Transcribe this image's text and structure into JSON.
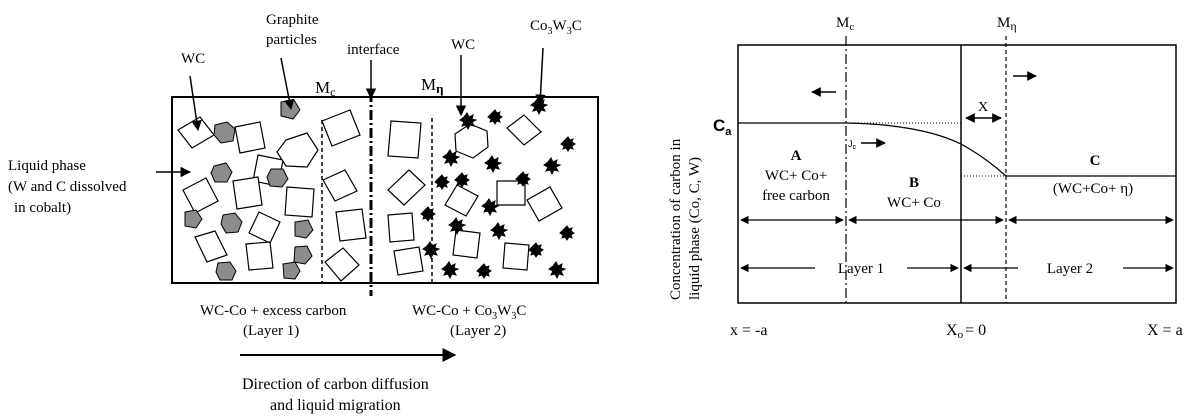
{
  "left_panel": {
    "labels": {
      "wc_left": "WC",
      "graphite_l1": "Graphite",
      "graphite_l2": "particles",
      "interface": "interface",
      "mc_main": "M",
      "mc_sub": "c",
      "meta_main": "M",
      "meta_sub": "η",
      "wc_right": "WC",
      "co3w3c_a": "Co",
      "co3w3c_b": "3",
      "co3w3c_c": "W",
      "co3w3c_d": "3",
      "co3w3c_e": "C",
      "liquid_l1": "Liquid phase",
      "liquid_l2": "(W and C dissolved",
      "liquid_l3": "in cobalt)"
    },
    "captions": {
      "layer1_line1": "WC-Co + excess carbon",
      "layer1_line2": "(Layer 1)",
      "layer2_a": "WC-Co + Co",
      "layer2_b": "3",
      "layer2_c": "W",
      "layer2_d": "3",
      "layer2_e": "C",
      "layer2_line2": "(Layer 2)",
      "direction_l1": "Direction of carbon diffusion",
      "direction_l2": "and liquid migration"
    }
  },
  "right_panel": {
    "y_axis_l1": "Concentration of carbon in",
    "y_axis_l2": "liquid phase (Co, C, W)",
    "mc_main": "M",
    "mc_sub": "c",
    "meta_main": "M",
    "meta_sub": "η",
    "ca_main": "C",
    "ca_sub": "a",
    "jc_main": "J",
    "jc_sub": "c",
    "x_label": "X",
    "region_a": {
      "letter": "A",
      "l1": "WC+ Co+",
      "l2": "free carbon"
    },
    "region_b": {
      "letter": "B",
      "l1": "WC+ Co"
    },
    "region_c": {
      "letter": "C",
      "l1": "(WC+Co+ η)"
    },
    "layer1": "Layer 1",
    "layer2": "Layer 2",
    "x_left": "x = -a",
    "x0_main": "X",
    "x0_sub": "o",
    "x0_rest": "= 0",
    "x_right": "X = a"
  }
}
